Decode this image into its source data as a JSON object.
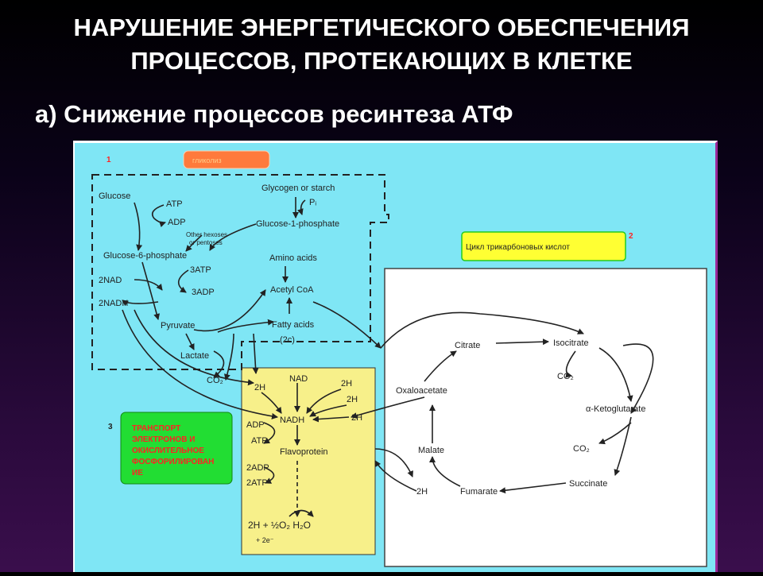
{
  "title": {
    "line1": "НАРУШЕНИЕ ЭНЕРГЕТИЧЕСКОГО ОБЕСПЕЧЕНИЯ",
    "line2": "ПРОЦЕССОВ, ПРОТЕКАЮЩИХ В КЛЕТКЕ"
  },
  "subtitle": "а) Снижение процессов ресинтеза АТФ",
  "diagram": {
    "markers": {
      "m1": "1",
      "m2": "2",
      "m3": "3"
    },
    "labels": {
      "glycolysis": "гликолиз",
      "tca": "Цикл трикарбоновых кислот",
      "transport_l1": "ТРАНСПОРТ",
      "transport_l2": "ЭЛЕКТРОНОВ И",
      "transport_l3": "ОКИСЛИТЕЛЬНОЕ",
      "transport_l4": "ФОСФОРИЛИРОВАН",
      "transport_l5": "ИЕ"
    },
    "glyco": {
      "glucose": "Glucose",
      "atp": "ATP",
      "adp": "ADP",
      "glycogen": "Glycogen or starch",
      "pi": "Pᵢ",
      "g1p": "Glucose-1-phosphate",
      "other1": "Other hexoses",
      "other2": "or pentoses",
      "g6p": "Glucose-6-phosphate",
      "amino": "Amino acids",
      "nad2": "2NAD",
      "atp3": "3ATP",
      "adp3": "3ADP",
      "nadh2": "2NADH",
      "acetyl": "Acetyl CoA",
      "pyruvate": "Pyruvate",
      "fatty": "Fatty acids",
      "fatty2": "(2c)",
      "lactate": "Lactate",
      "co2": "CO₂"
    },
    "etc": {
      "nad": "NAD",
      "h2a": "2H",
      "h2b": "2H",
      "h2c": "2H",
      "h2d": "2H",
      "adp": "ADP",
      "nadh": "NADH",
      "atp": "ATP",
      "flavo": "Flavoprotein",
      "adp2": "2ADP",
      "atp2": "2ATP",
      "water": "2H  +  ½O₂  H₂O",
      "electrons": "+ 2e⁻"
    },
    "tca_cycle": {
      "citrate": "Citrate",
      "isocitrate": "Isocitrate",
      "co2a": "CO₂",
      "oxalo": "Oxaloacetate",
      "akg": "α-Ketoglutarate",
      "malate": "Malate",
      "co2b": "CO₂",
      "h2": "2H",
      "fumarate": "Fumarate",
      "succinate": "Succinate"
    }
  }
}
